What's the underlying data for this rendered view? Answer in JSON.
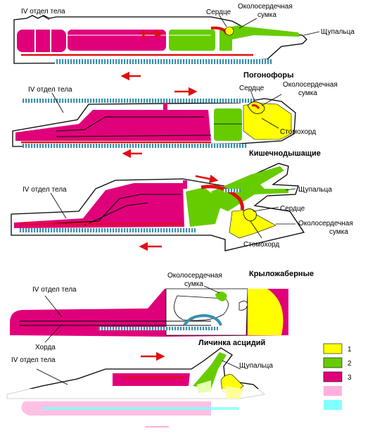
{
  "colors": {
    "yellow": "#ffff00",
    "green": "#66cc00",
    "magenta": "#e0007a",
    "red": "#e01010",
    "blue": "#3a8fb0",
    "pink_faded": "#ffb0dc",
    "cyan_faded": "#80ffff"
  },
  "panel1": {
    "body_part": "IV отдел тела",
    "heart": "Сердце",
    "pericardium_line1": "Околосердечная",
    "pericardium_line2": "сумка",
    "tentacles": "Щупальца",
    "title": "Погонофоры"
  },
  "panel2": {
    "body_part": "IV отдел тела",
    "heart": "Сердце",
    "pericardium_line1": "Околосердечная",
    "pericardium_line2": "сумка",
    "stomochord": "Стомохорд",
    "title": "Кишечнодышащие"
  },
  "panel3": {
    "body_part": "IV отдел тела",
    "tentacles": "Щупальца",
    "heart": "Сердце",
    "pericardium_line1": "Околосердечная",
    "pericardium_line2": "сумка",
    "stomochord": "Стомохорд",
    "title": "Крыложаберные"
  },
  "panel4": {
    "body_part": "IV отдел тела",
    "pericardium_line1": "Околосердечная",
    "pericardium_line2": "сумка",
    "notochord": "Хорда",
    "title": "Личинка асцидий"
  },
  "panel5": {
    "body_part": "IV отдел тела",
    "tentacles": "Щупальца"
  },
  "legend": [
    {
      "number": "1",
      "color": "#ffff00"
    },
    {
      "number": "2",
      "color": "#66cc00"
    },
    {
      "number": "3",
      "color": "#e0007a"
    },
    {
      "number": "",
      "color": "#ffb0dc"
    },
    {
      "number": "",
      "color": "#80ffff"
    }
  ]
}
